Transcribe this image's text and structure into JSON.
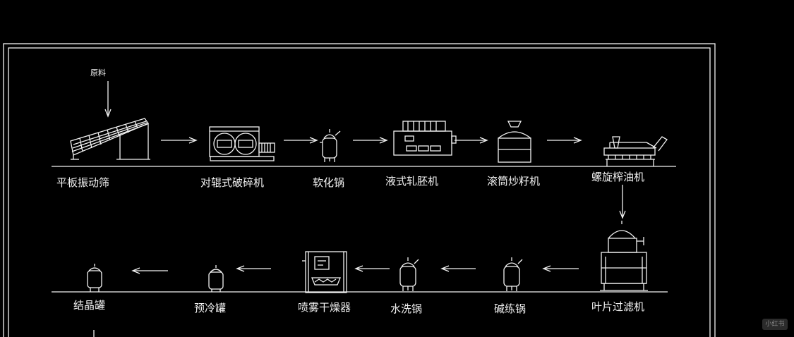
{
  "input_label": "原料",
  "equipment": {
    "row1": [
      "平板振动筛",
      "对辊式破碎机",
      "软化锅",
      "液式轧胚机",
      "滚筒炒籽机",
      "螺旋榨油机"
    ],
    "row2": [
      "叶片过滤机",
      "碱练锅",
      "水洗锅",
      "喷雾干燥器",
      "预冷罐",
      "结晶罐"
    ]
  },
  "watermark": "小红书",
  "colors": {
    "line": "#f2f2f2",
    "background": "#000000"
  }
}
